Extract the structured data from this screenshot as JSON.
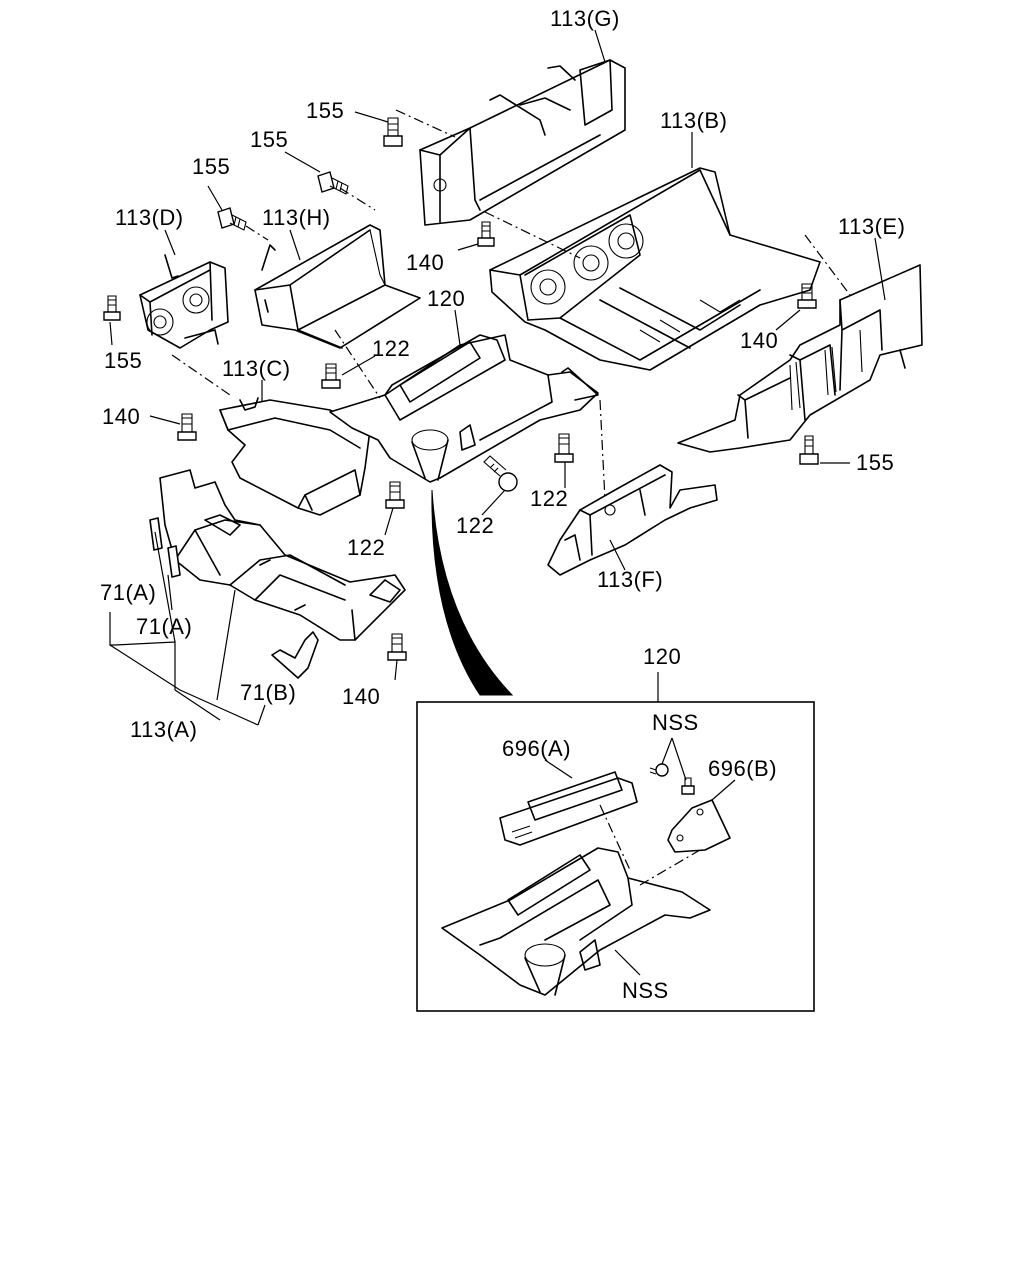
{
  "labels": {
    "l113g": "113(G)",
    "l113b": "113(B)",
    "l113e": "113(E)",
    "l113d": "113(D)",
    "l113h": "113(H)",
    "l113c": "113(C)",
    "l113f": "113(F)",
    "l113a": "113(A)",
    "l155a": "155",
    "l155b": "155",
    "l155c": "155",
    "l155d": "155",
    "l155e": "155",
    "l140a": "140",
    "l140b": "140",
    "l140c": "140",
    "l140d": "140",
    "l120a": "120",
    "l120b": "120",
    "l122a": "122",
    "l122b": "122",
    "l122c": "122",
    "l122d": "122",
    "l71a1": "71(A)",
    "l71a2": "71(A)",
    "l71b": "71(B)",
    "l696a": "696(A)",
    "l696b": "696(B)",
    "lnss1": "NSS",
    "lnss2": "NSS"
  }
}
